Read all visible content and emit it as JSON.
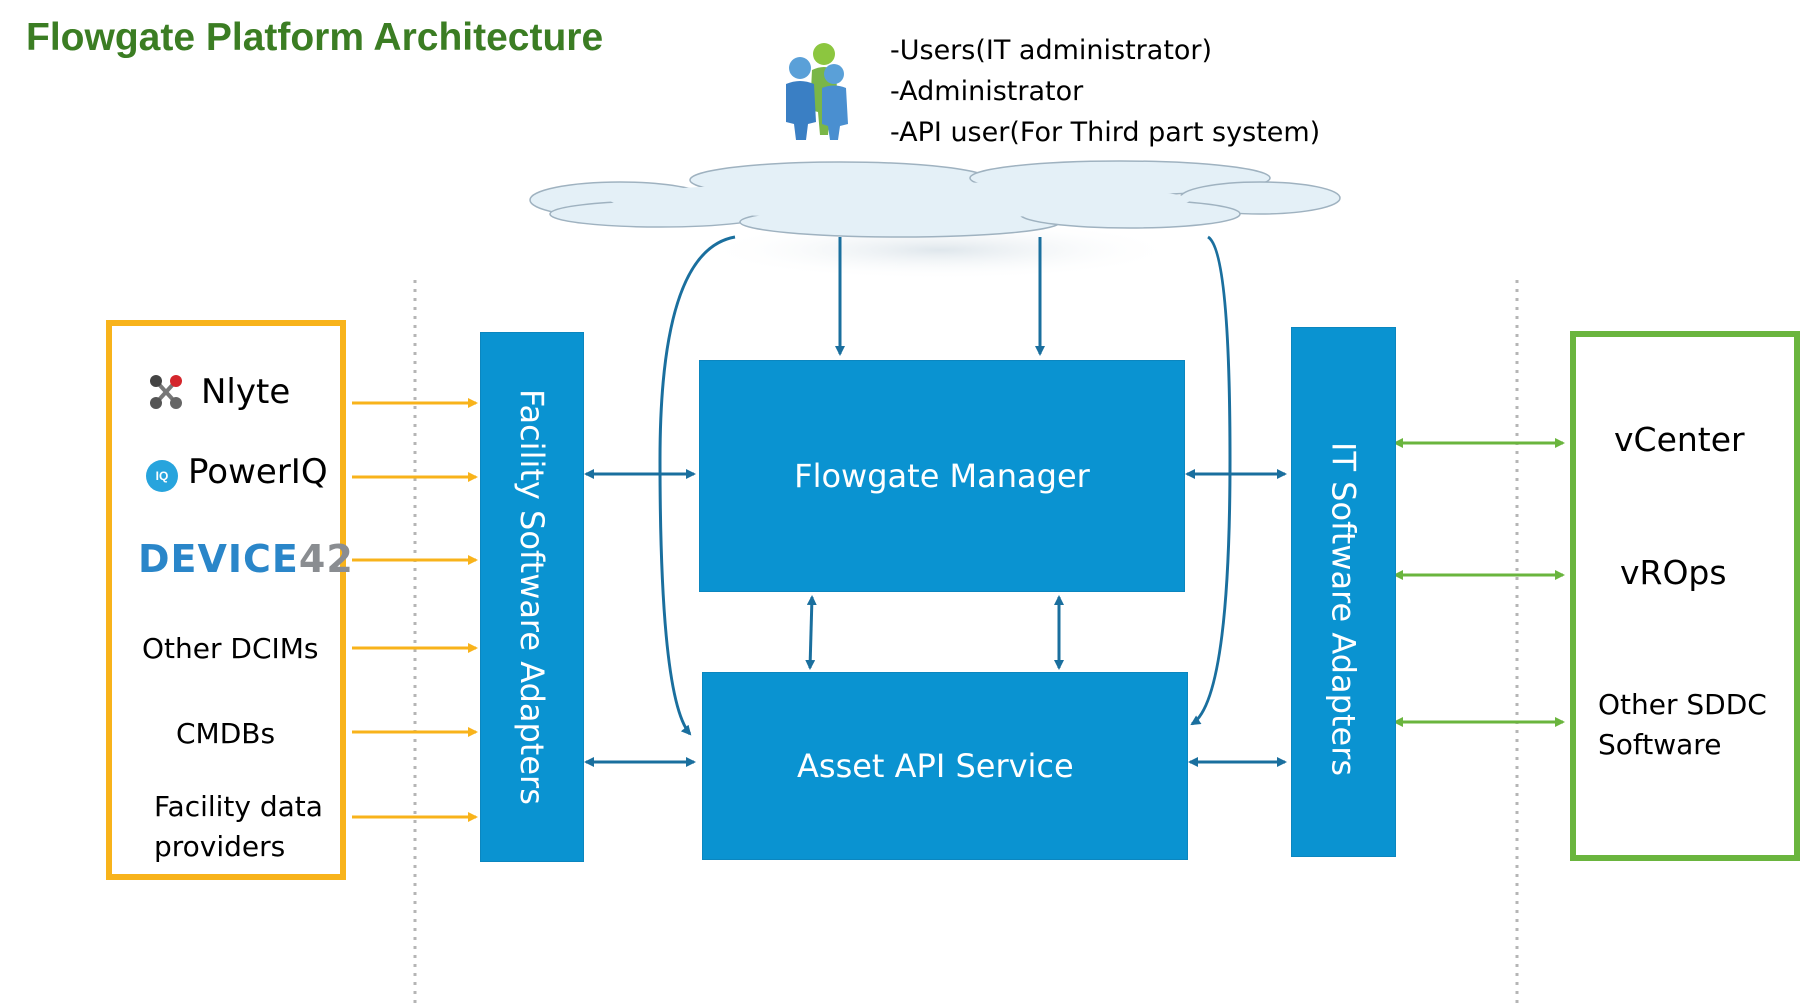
{
  "title": "Flowgate Platform Architecture",
  "users": [
    "-Users(IT administrator)",
    "-Administrator",
    "-API user(For Third part system)"
  ],
  "sources": {
    "nlyte": "Nlyte",
    "poweriq": "PowerIQ",
    "poweriq_badge": "IQ",
    "device42_a": "DEVICE",
    "device42_b": "42",
    "other_dcims": "Other DCIMs",
    "cmdbs": "CMDBs",
    "facility_data_line1": "Facility  data",
    "facility_data_line2": "providers"
  },
  "blocks": {
    "facility_adapters": "Facility Software Adapters",
    "manager": "Flowgate Manager",
    "asset_api": "Asset API Service",
    "it_adapters": "IT  Software Adapters"
  },
  "targets": {
    "vcenter": "vCenter",
    "vrops": "vROps",
    "other_sddc_line1": "Other SDDC",
    "other_sddc_line2": "Software"
  },
  "colors": {
    "title": "#3b7d23",
    "block": "#0a93d1",
    "connector_blue": "#1a6f9e",
    "source_border": "#f8b31b",
    "source_arrow": "#f8b31b",
    "target_border": "#6ab53e",
    "target_arrow": "#6ab53e",
    "cloud": "#e4f0f7"
  },
  "icons": {
    "users": "users-group-icon",
    "nlyte": "nlyte-logo-icon",
    "poweriq": "poweriq-logo-icon"
  }
}
